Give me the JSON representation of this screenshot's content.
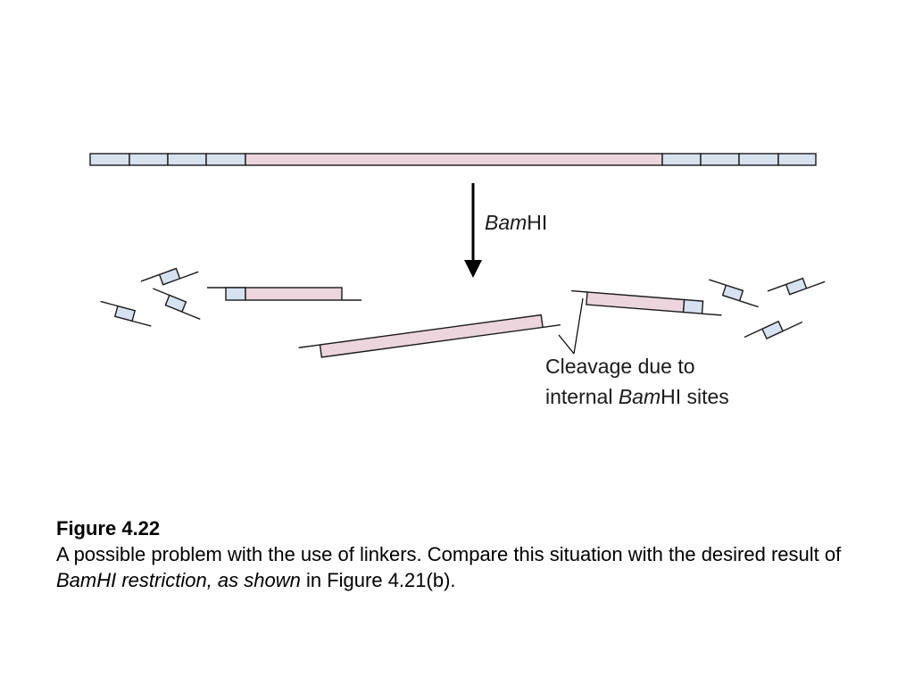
{
  "diagram": {
    "enzyme_label": {
      "italic": "Bam",
      "plain": "HI"
    },
    "callout": {
      "line1": "Cleavage due to",
      "line2_prefix": "internal ",
      "line2_italic": "Bam",
      "line2_suffix": "HI sites"
    },
    "colors": {
      "linker_fill": "#d6e2f0",
      "insert_fill": "#ecd5dc",
      "outline": "#1a1a1a"
    }
  },
  "caption": {
    "title": "Figure 4.22",
    "text_1": "A possible problem with the use of linkers. Compare this situation with the desired result of ",
    "text_italic": "BamHI restriction, as shown",
    "text_2": " in Figure 4.21(b)."
  }
}
